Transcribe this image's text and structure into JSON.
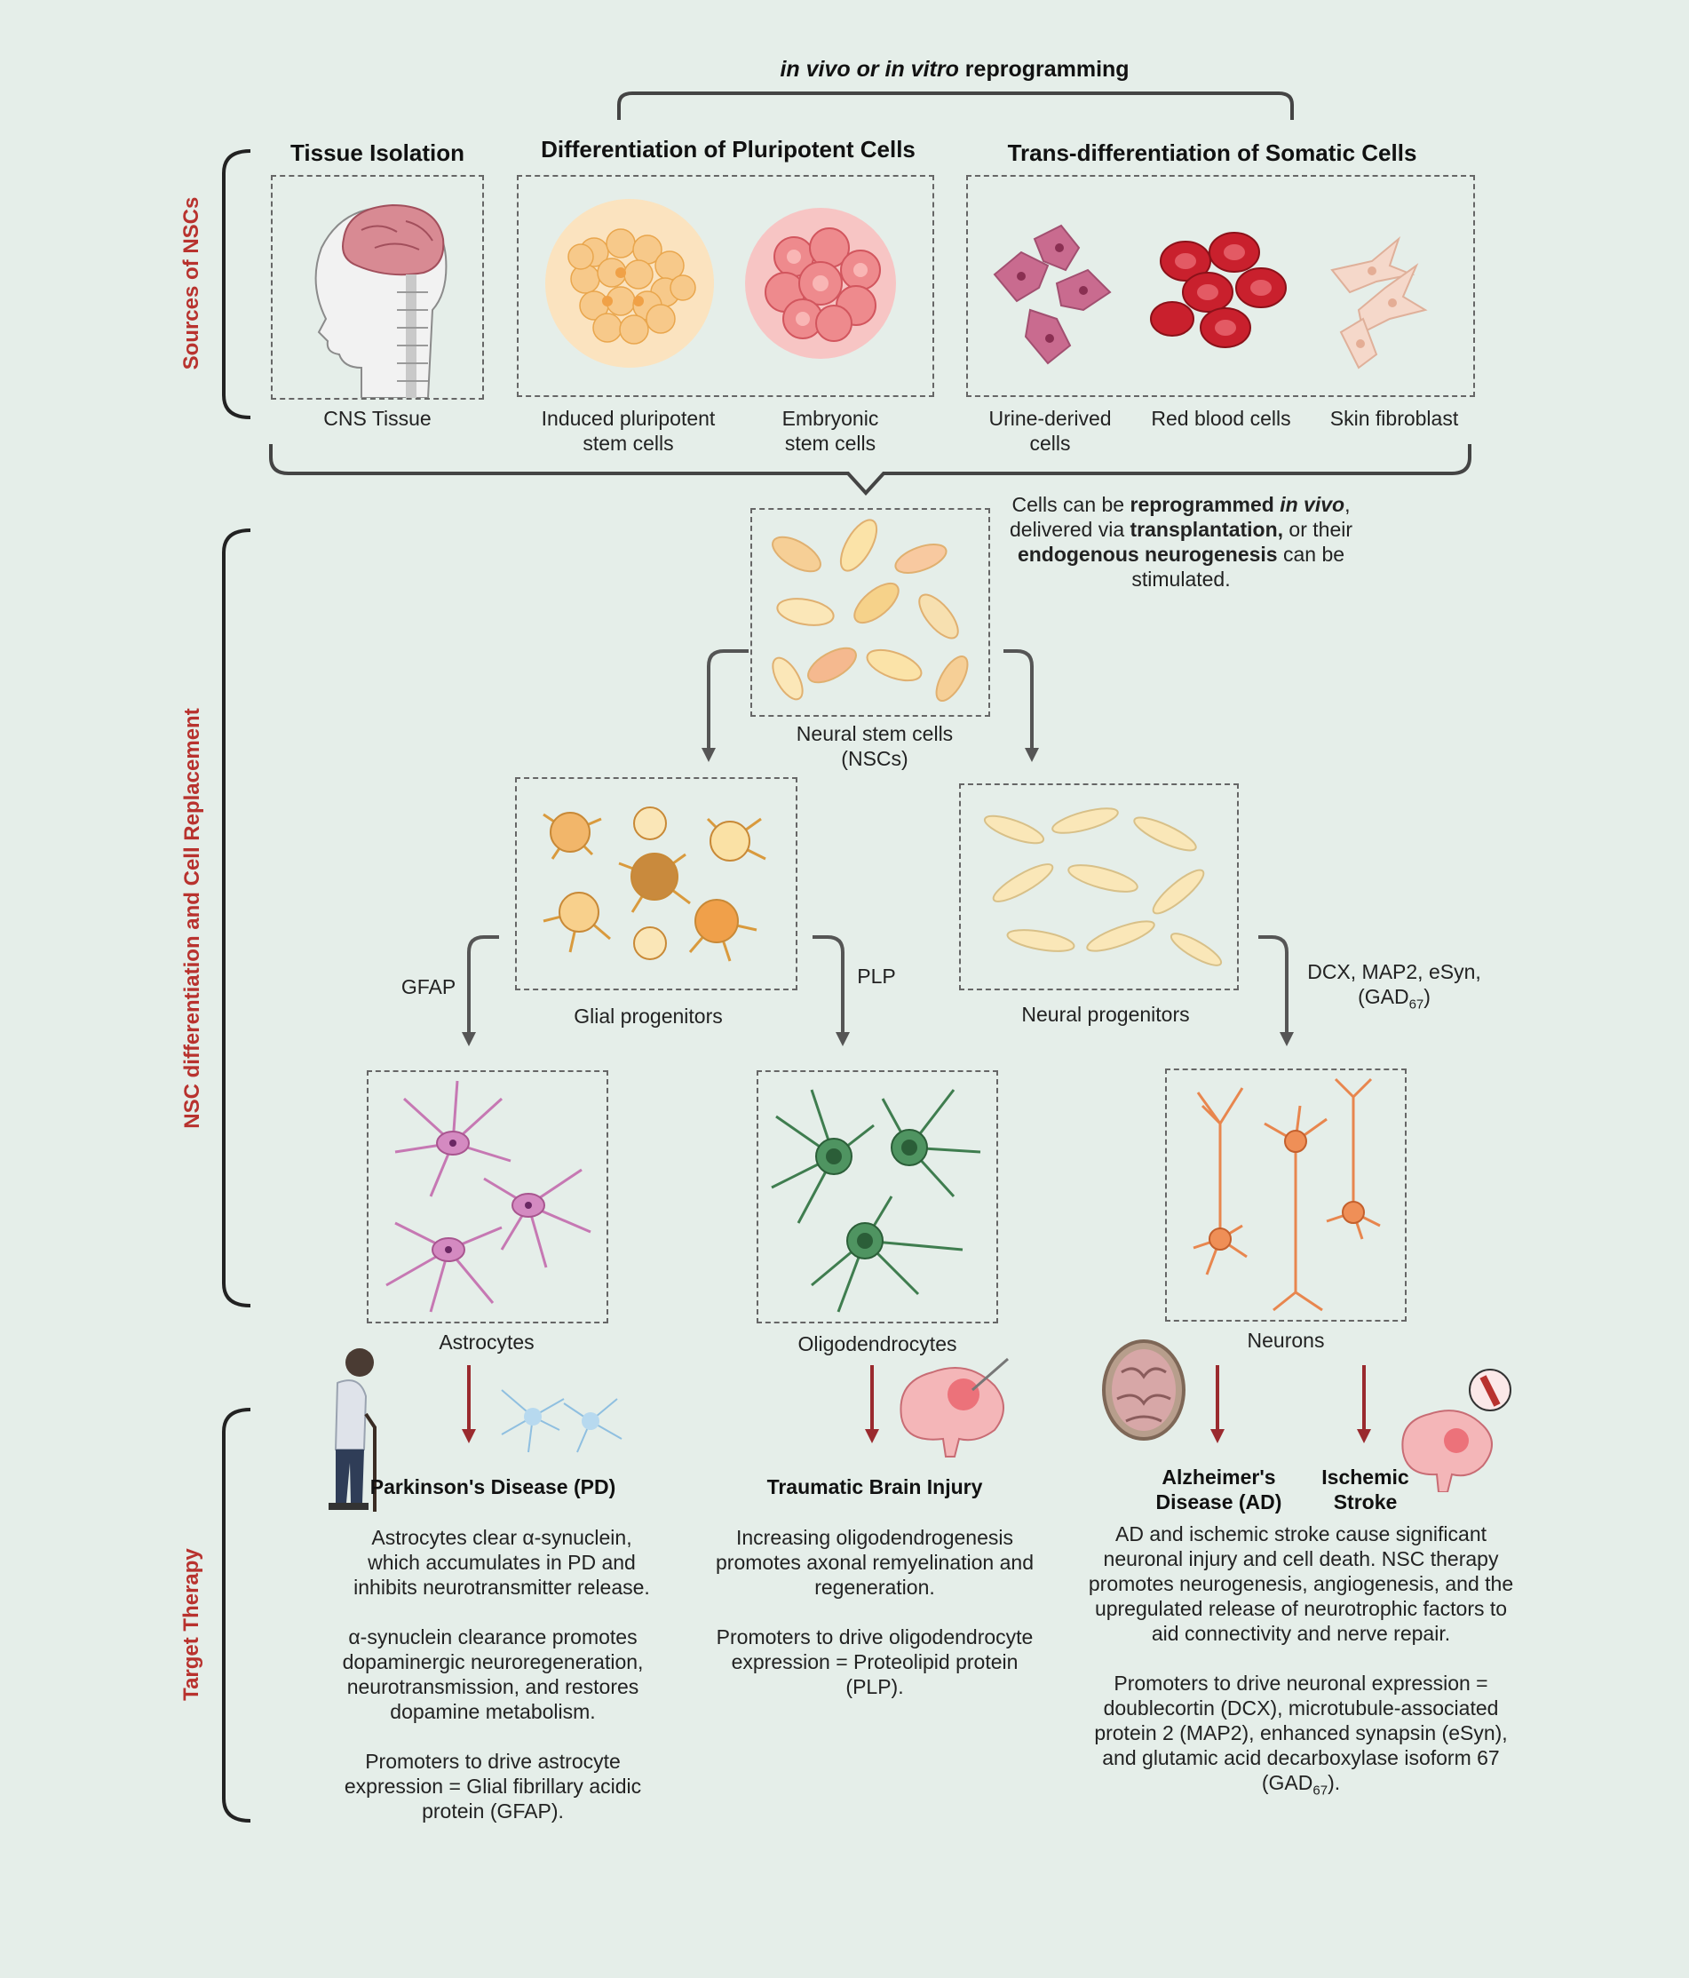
{
  "header": {
    "reprogramming_italic": "in vivo or in vitro",
    "reprogramming_rest": " reprogramming"
  },
  "side_labels": {
    "sources": "Sources of NSCs",
    "differentiation": "NSC differentiation and Cell Replacement",
    "therapy": "Target Therapy"
  },
  "sources": {
    "tissue_isolation": {
      "title": "Tissue Isolation",
      "caption": "CNS Tissue"
    },
    "pluripotent": {
      "title": "Differentiation of Pluripotent Cells",
      "ipsc": "Induced pluripotent stem cells",
      "esc": "Embryonic stem cells"
    },
    "somatic": {
      "title": "Trans-differentiation of Somatic Cells",
      "urine": "Urine-derived cells",
      "rbc": "Red blood cells",
      "fibroblast": "Skin fibroblast"
    }
  },
  "delivery_note": {
    "p1": "Cells can be ",
    "b1": "reprogrammed ",
    "bi1": "in vivo",
    "p2": ", delivered via ",
    "b2": "transplantation,",
    "p3": " or their ",
    "b3": "endogenous neurogenesis",
    "p4": " can be stimulated."
  },
  "differentiation": {
    "nsc": "Neural stem cells (NSCs)",
    "glial": "Glial progenitors",
    "neural": "Neural progenitors",
    "gfap": "GFAP",
    "plp": "PLP",
    "neuron_markers": "DCX, MAP2, eSyn,",
    "gad": "(GAD",
    "gad_sub": "67",
    "gad_close": ")",
    "astrocytes": "Astrocytes",
    "oligodendrocytes": "Oligodendrocytes",
    "neurons": "Neurons"
  },
  "therapy": {
    "pd": {
      "title": "Parkinson's Disease (PD)",
      "para1": "Astrocytes clear α-synuclein, which accumulates in PD and inhibits neurotransmitter release.",
      "para2": "α-synuclein clearance promotes dopaminergic neuroregeneration, neurotransmission, and restores dopamine metabolism.",
      "para3": "Promoters to drive astrocyte expression = Glial fibrillary acidic protein (GFAP)."
    },
    "tbi": {
      "title": "Traumatic Brain Injury",
      "para1": "Increasing oligodendrogenesis promotes axonal remyelination and regeneration.",
      "para2": "Promoters to drive oligodendrocyte expression = Proteolipid protein (PLP)."
    },
    "ad": {
      "title": "Alzheimer's Disease (AD)"
    },
    "stroke": {
      "title": "Ischemic Stroke"
    },
    "neuro": {
      "para1": "AD and ischemic stroke cause significant neuronal injury and cell death. NSC therapy promotes neurogenesis, angiogenesis, and the upregulated release of neurotrophic factors to aid connectivity and nerve repair.",
      "para2": "Promoters to drive neuronal expression = doublecortin (DCX), microtubule-associated protein 2 (MAP2), enhanced synapsin (eSyn), and glutamic acid decarboxylase isoform 67 (GAD",
      "para2_sub": "67",
      "para2_end": ")."
    }
  },
  "colors": {
    "background": "#e5eee9",
    "accent_red": "#b8322e",
    "arrow_gray": "#555555",
    "arrow_red": "#9a2a2e",
    "astro": "#c678b3",
    "oligo": "#3f7d4f",
    "neuron": "#e8864e"
  }
}
